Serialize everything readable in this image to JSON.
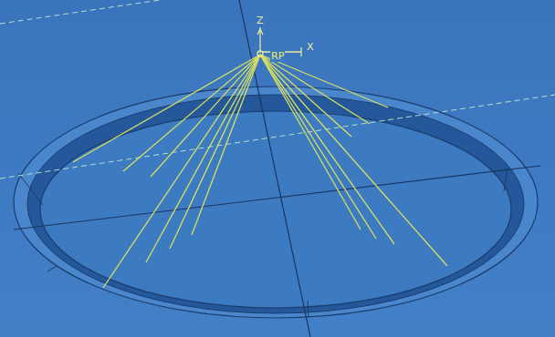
{
  "diagram": {
    "labels": [
      "Z",
      "RP",
      "X"
    ]
  }
}
